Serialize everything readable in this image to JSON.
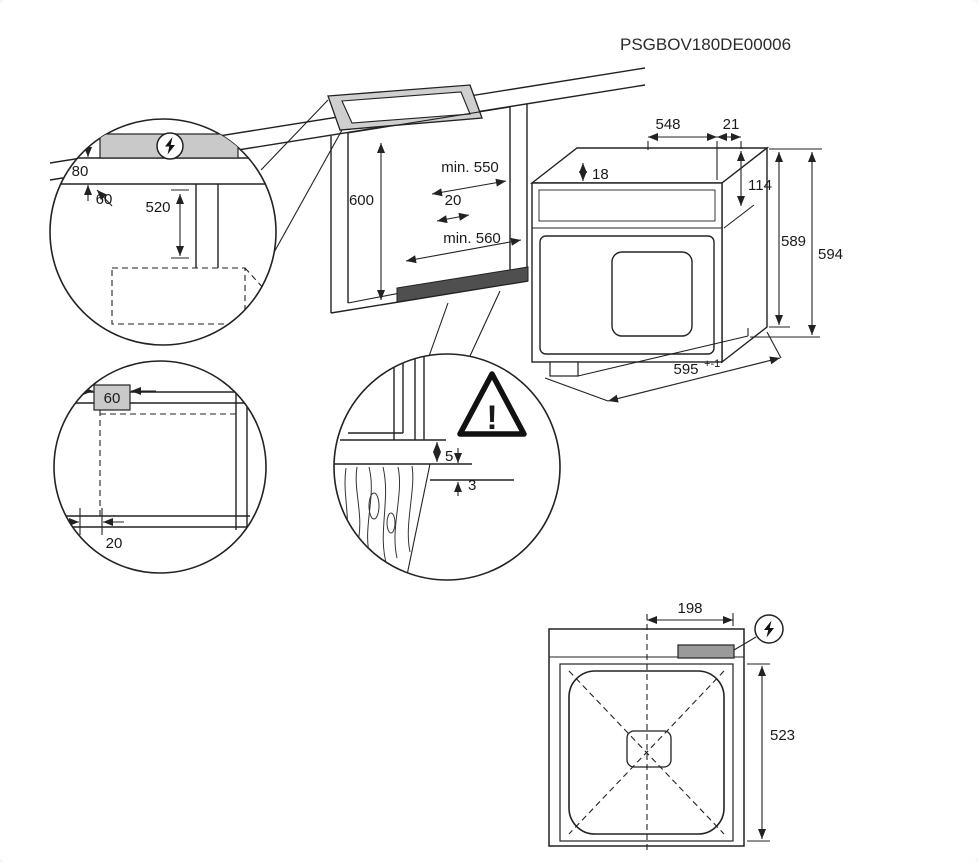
{
  "title": "PSGBOV180DE00006",
  "colors": {
    "line": "#222222",
    "shade_light": "#c9c9c9",
    "shade_mid": "#9a9a9a",
    "shade_dark": "#4f4f4f",
    "background": "#ffffff"
  },
  "icons": {
    "electrical": "lightning-bolt",
    "warning": "exclamation-triangle"
  },
  "electrical_detail": {
    "dim_80": "80",
    "dim_60": "60",
    "dim_520": "520"
  },
  "niche": {
    "min_depth": "min. 550",
    "height": "600",
    "gap_20": "20",
    "min_width": "min. 560"
  },
  "oven": {
    "depth_548": "548",
    "dim_21": "21",
    "dim_18": "18",
    "dim_114": "114",
    "dim_589": "589",
    "dim_594": "594",
    "width_595": "595",
    "width_tolerance": "+-1"
  },
  "corner_detail": {
    "dim_60": "60",
    "dim_20": "20"
  },
  "gap_detail": {
    "dim_5": "5",
    "dim_3": "3",
    "warning_mark": "!"
  },
  "rear_view": {
    "dim_198": "198",
    "dim_523": "523"
  }
}
